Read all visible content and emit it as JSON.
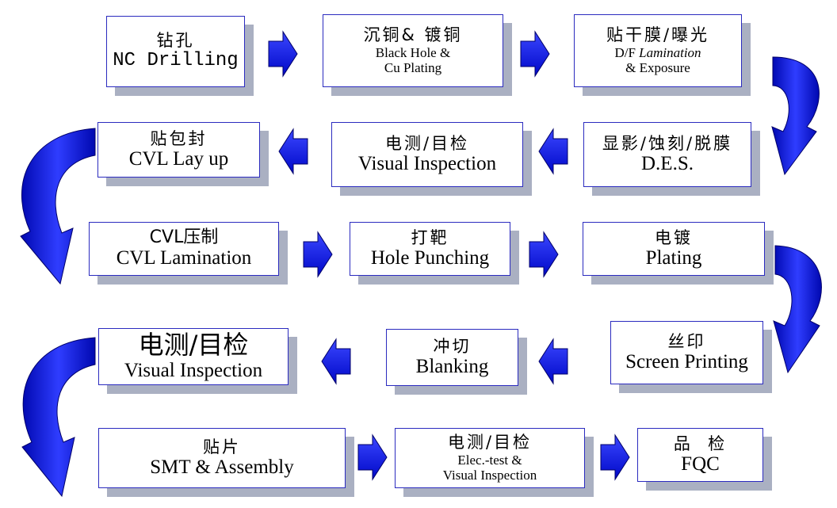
{
  "steps": [
    {
      "cn": "钻孔",
      "en": "NC Drilling"
    },
    {
      "cn": "沉铜& 镀铜",
      "en1": "Black Hole &",
      "en2": "Cu Plating"
    },
    {
      "cn": "贴干膜/曝光",
      "en_a": "D/F ",
      "en_b": "Lamination",
      "en2": "& Exposure"
    },
    {
      "cn": "显影/蚀刻/脱膜",
      "en": "D.E.S."
    },
    {
      "cn": "电测/目检",
      "en": "Visual Inspection"
    },
    {
      "cn": "贴包封",
      "en": "CVL Lay up"
    },
    {
      "cn": "CVL压制",
      "en": "CVL Lamination"
    },
    {
      "cn": "打靶",
      "en": "Hole Punching"
    },
    {
      "cn": "电镀",
      "en": "Plating"
    },
    {
      "cn": "丝印",
      "en": "Screen Printing"
    },
    {
      "cn": "冲切",
      "en": "Blanking"
    },
    {
      "cn": "电测/目检",
      "en": "Visual Inspection"
    },
    {
      "cn": "贴片",
      "en": "SMT & Assembly"
    },
    {
      "cn": "电测/目检",
      "en1": "Elec.-test &",
      "en2": "Visual Inspection"
    },
    {
      "cn": "品  检",
      "en": "FQC"
    }
  ],
  "colors": {
    "arrow": "#0a14e6",
    "box_border": "#2b2bbf",
    "shadow": "#aab0c2"
  }
}
